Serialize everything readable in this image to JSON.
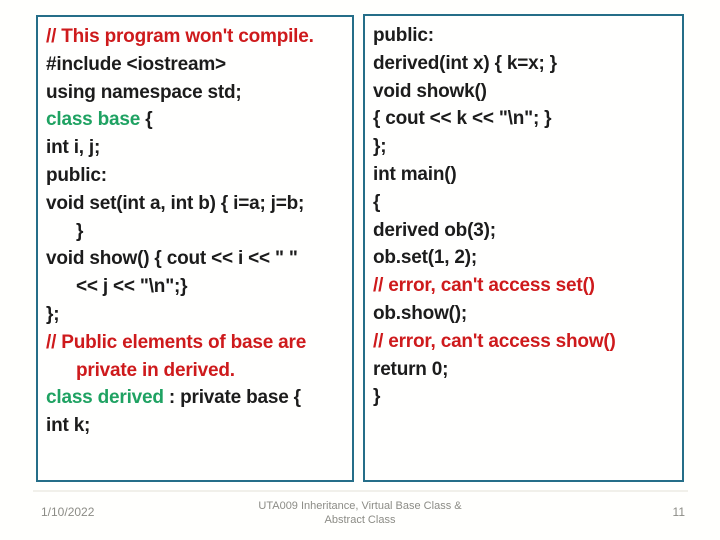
{
  "slide": {
    "background": "#FFFFFD",
    "box_border_color": "#256E88",
    "colors": {
      "red": "#CE1A1C",
      "green": "#1FA262",
      "black": "#1C1C1C"
    }
  },
  "code_boxes": [
    {
      "name": "left-code-box",
      "lines": [
        {
          "segments": [
            {
              "text": "// This program won't compile.",
              "color": "red"
            }
          ]
        },
        {
          "segments": [
            {
              "text": "#include <iostream>",
              "color": "black"
            }
          ]
        },
        {
          "segments": [
            {
              "text": "using namespace std;",
              "color": "black"
            }
          ]
        },
        {
          "segments": [
            {
              "text": "class base ",
              "color": "green"
            },
            {
              "text": "{",
              "color": "black"
            }
          ]
        },
        {
          "segments": [
            {
              "text": "int i, j;",
              "color": "black"
            }
          ]
        },
        {
          "segments": [
            {
              "text": "public:",
              "color": "black"
            }
          ]
        },
        {
          "segments": [
            {
              "text": "void set(int a, int b) { i=a; j=b;",
              "color": "black"
            }
          ]
        },
        {
          "indent": true,
          "segments": [
            {
              "text": "}",
              "color": "black"
            }
          ]
        },
        {
          "segments": [
            {
              "text": "void show() { cout << i << \" \"",
              "color": "black"
            }
          ]
        },
        {
          "indent": true,
          "segments": [
            {
              "text": "<< j << \"\\n\";}",
              "color": "black"
            }
          ]
        },
        {
          "segments": [
            {
              "text": "};",
              "color": "black"
            }
          ]
        },
        {
          "segments": [
            {
              "text": "// Public elements of base are",
              "color": "red"
            }
          ]
        },
        {
          "indent": true,
          "segments": [
            {
              "text": "private in derived.",
              "color": "red"
            }
          ]
        },
        {
          "segments": [
            {
              "text": "class derived ",
              "color": "green"
            },
            {
              "text": ": private base {",
              "color": "black"
            }
          ]
        },
        {
          "segments": [
            {
              "text": "int k;",
              "color": "black"
            }
          ]
        }
      ]
    },
    {
      "name": "right-code-box",
      "lines": [
        {
          "segments": [
            {
              "text": "public:",
              "color": "black"
            }
          ]
        },
        {
          "segments": [
            {
              "text": "derived(int x) { k=x; }",
              "color": "black"
            }
          ]
        },
        {
          "segments": [
            {
              "text": "void showk()",
              "color": "black"
            }
          ]
        },
        {
          "segments": [
            {
              "text": "{ cout << k << \"\\n\"; }",
              "color": "black"
            }
          ]
        },
        {
          "segments": [
            {
              "text": "};",
              "color": "black"
            }
          ]
        },
        {
          "segments": [
            {
              "text": "int main()",
              "color": "black"
            }
          ]
        },
        {
          "segments": [
            {
              "text": "{",
              "color": "black"
            }
          ]
        },
        {
          "segments": [
            {
              "text": "derived ob(3);",
              "color": "black"
            }
          ]
        },
        {
          "segments": [
            {
              "text": "ob.set(1, 2);",
              "color": "black"
            }
          ]
        },
        {
          "segments": [
            {
              "text": "// error, can't access set()",
              "color": "red"
            }
          ]
        },
        {
          "segments": [
            {
              "text": "ob.show();",
              "color": "black"
            }
          ]
        },
        {
          "segments": [
            {
              "text": "// error, can't access show()",
              "color": "red"
            }
          ]
        },
        {
          "segments": [
            {
              "text": "return 0;",
              "color": "black"
            }
          ]
        },
        {
          "segments": [
            {
              "text": "}",
              "color": "black"
            }
          ]
        }
      ]
    }
  ],
  "footer": {
    "date": "1/10/2022",
    "title_line1": "UTA009 Inheritance, Virtual Base Class &",
    "title_line2": "Abstract Class",
    "page_number": "11"
  }
}
